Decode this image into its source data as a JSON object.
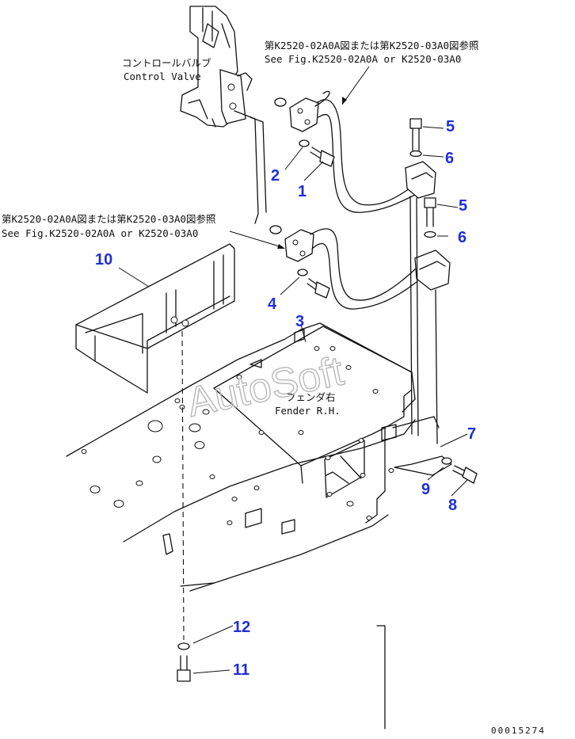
{
  "callouts": {
    "control_valve_jp": "コントロールバルブ",
    "control_valve_en": "Control Valve",
    "ref_upper_jp": "第K2520-02A0A図または第K2520-03A0図参照",
    "ref_upper_en": "See Fig.K2520-02A0A or K2520-03A0",
    "ref_lower_jp": "第K2520-02A0A図または第K2520-03A0図参照",
    "ref_lower_en": "See Fig.K2520-02A0A or K2520-03A0",
    "fender_jp": "フェンダ右",
    "fender_en": "Fender R.H."
  },
  "part_numbers": {
    "n1": "1",
    "n2": "2",
    "n3": "3",
    "n4": "4",
    "n5a": "5",
    "n5b": "5",
    "n6a": "6",
    "n6b": "6",
    "n7": "7",
    "n8": "8",
    "n9": "9",
    "n10": "10",
    "n11": "11",
    "n12": "12"
  },
  "watermark": "AutoSoft",
  "drawing_code": "00015274",
  "colors": {
    "line": "#111111",
    "part_number": "#1e2fd6",
    "watermark": "#b8b8b8"
  }
}
